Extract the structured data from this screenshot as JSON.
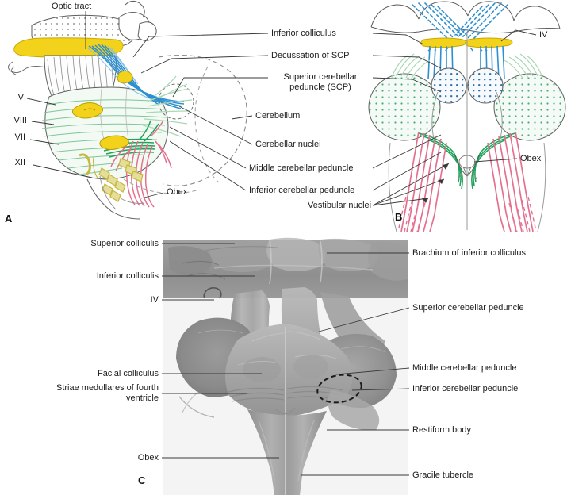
{
  "figure": {
    "title": "Brainstem and cerebellar peduncles",
    "panels": [
      {
        "id": "A",
        "label": "A",
        "type": "schematic-lateral"
      },
      {
        "id": "B",
        "label": "B",
        "type": "schematic-dorsal"
      },
      {
        "id": "C",
        "label": "C",
        "type": "photograph-dorsal"
      }
    ]
  },
  "colors": {
    "yellow": "#F2D21A",
    "blue": "#2D8FD0",
    "light_blue": "#7FC2E8",
    "green": "#1FA45A",
    "pale_green": "#A9D9B4",
    "pink": "#E4708E",
    "olive": "#C9C86A",
    "outline": "#555555",
    "leader": "#3a3a3a",
    "photo_dark": "#8d8d8d",
    "photo_light": "#f2f2f2"
  },
  "panelA": {
    "id": "A",
    "labels_top": [
      {
        "key": "optic_tract",
        "text": "Optic tract"
      }
    ],
    "labels_left": [
      {
        "key": "v",
        "text": "V"
      },
      {
        "key": "viii",
        "text": "VIII"
      },
      {
        "key": "vii",
        "text": "VII"
      },
      {
        "key": "xii",
        "text": "XII"
      }
    ],
    "labels_inline": [
      {
        "key": "obex_a",
        "text": "Obex"
      }
    ]
  },
  "panelB": {
    "id": "B",
    "labels_right": [
      {
        "key": "iv_b",
        "text": "IV"
      },
      {
        "key": "obex_b",
        "text": "Obex"
      }
    ]
  },
  "center_labels": [
    {
      "key": "inferior_colliculus",
      "text": "Inferior colliculus"
    },
    {
      "key": "decussation_scp",
      "text": "Decussation of SCP"
    },
    {
      "key": "superior_cerebellar_peduncle",
      "text": "Superior cerebellar peduncle (SCP)"
    },
    {
      "key": "cerebellum",
      "text": "Cerebellum"
    },
    {
      "key": "cerebellar_nuclei",
      "text": "Cerebellar nuclei"
    },
    {
      "key": "middle_cerebellar_peduncle",
      "text": "Middle cerebellar peduncle"
    },
    {
      "key": "inferior_cerebellar_peduncle",
      "text": "Inferior cerebellar peduncle"
    },
    {
      "key": "vestibular_nuclei",
      "text": "Vestibular nuclei"
    }
  ],
  "panelC": {
    "id": "C",
    "labels_left": [
      {
        "key": "superior_colliculis",
        "text": "Superior colliculis"
      },
      {
        "key": "inferior_colliculis",
        "text": "Inferior colliculis"
      },
      {
        "key": "iv_c",
        "text": "IV"
      },
      {
        "key": "facial_colliculus",
        "text": "Facial colliculus"
      },
      {
        "key": "striae_medullares",
        "text": "Striae medullares of fourth ventricle"
      },
      {
        "key": "obex_c",
        "text": "Obex"
      }
    ],
    "labels_right": [
      {
        "key": "brachium_inferior_colliculus",
        "text": "Brachium of inferior colliculus"
      },
      {
        "key": "superior_cerebellar_peduncle_c",
        "text": "Superior cerebellar peduncle"
      },
      {
        "key": "middle_cerebellar_peduncle_c",
        "text": "Middle cerebellar peduncle"
      },
      {
        "key": "inferior_cerebellar_peduncle_c",
        "text": "Inferior cerebellar peduncle"
      },
      {
        "key": "restiform_body",
        "text": "Restiform body"
      },
      {
        "key": "gracile_tubercle",
        "text": "Gracile tubercle"
      }
    ]
  }
}
